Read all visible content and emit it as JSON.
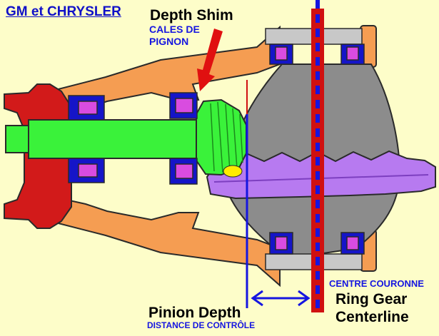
{
  "title": "GM et CHRYSLER",
  "labels": {
    "depth_shim": "Depth Shim",
    "cales_line1": "CALES DE",
    "cales_line2": "PIGNON",
    "pinion_depth": "Pinion Depth",
    "distance_controle": "DISTANCE DE CONTRÔLE",
    "centre_couronne": "CENTRE COURONNE",
    "ring_gear_line1": "Ring Gear",
    "ring_gear_line2": "Centerline"
  },
  "colors": {
    "background": "#fdfdc9",
    "housing": "#f59d52",
    "flange": "#d21a1a",
    "pinion_shaft": "#3af23a",
    "ring_gear": "#b77af0",
    "carrier": "#8c8c8c",
    "bearing_race": "#1515c8",
    "bearing_roller": "#d94ce0",
    "cap": "#c8c8c8",
    "arrow": "#e01010",
    "centerline_red": "#d01010",
    "marker_blue": "#1515e0",
    "contact_spot": "#ffec00"
  }
}
